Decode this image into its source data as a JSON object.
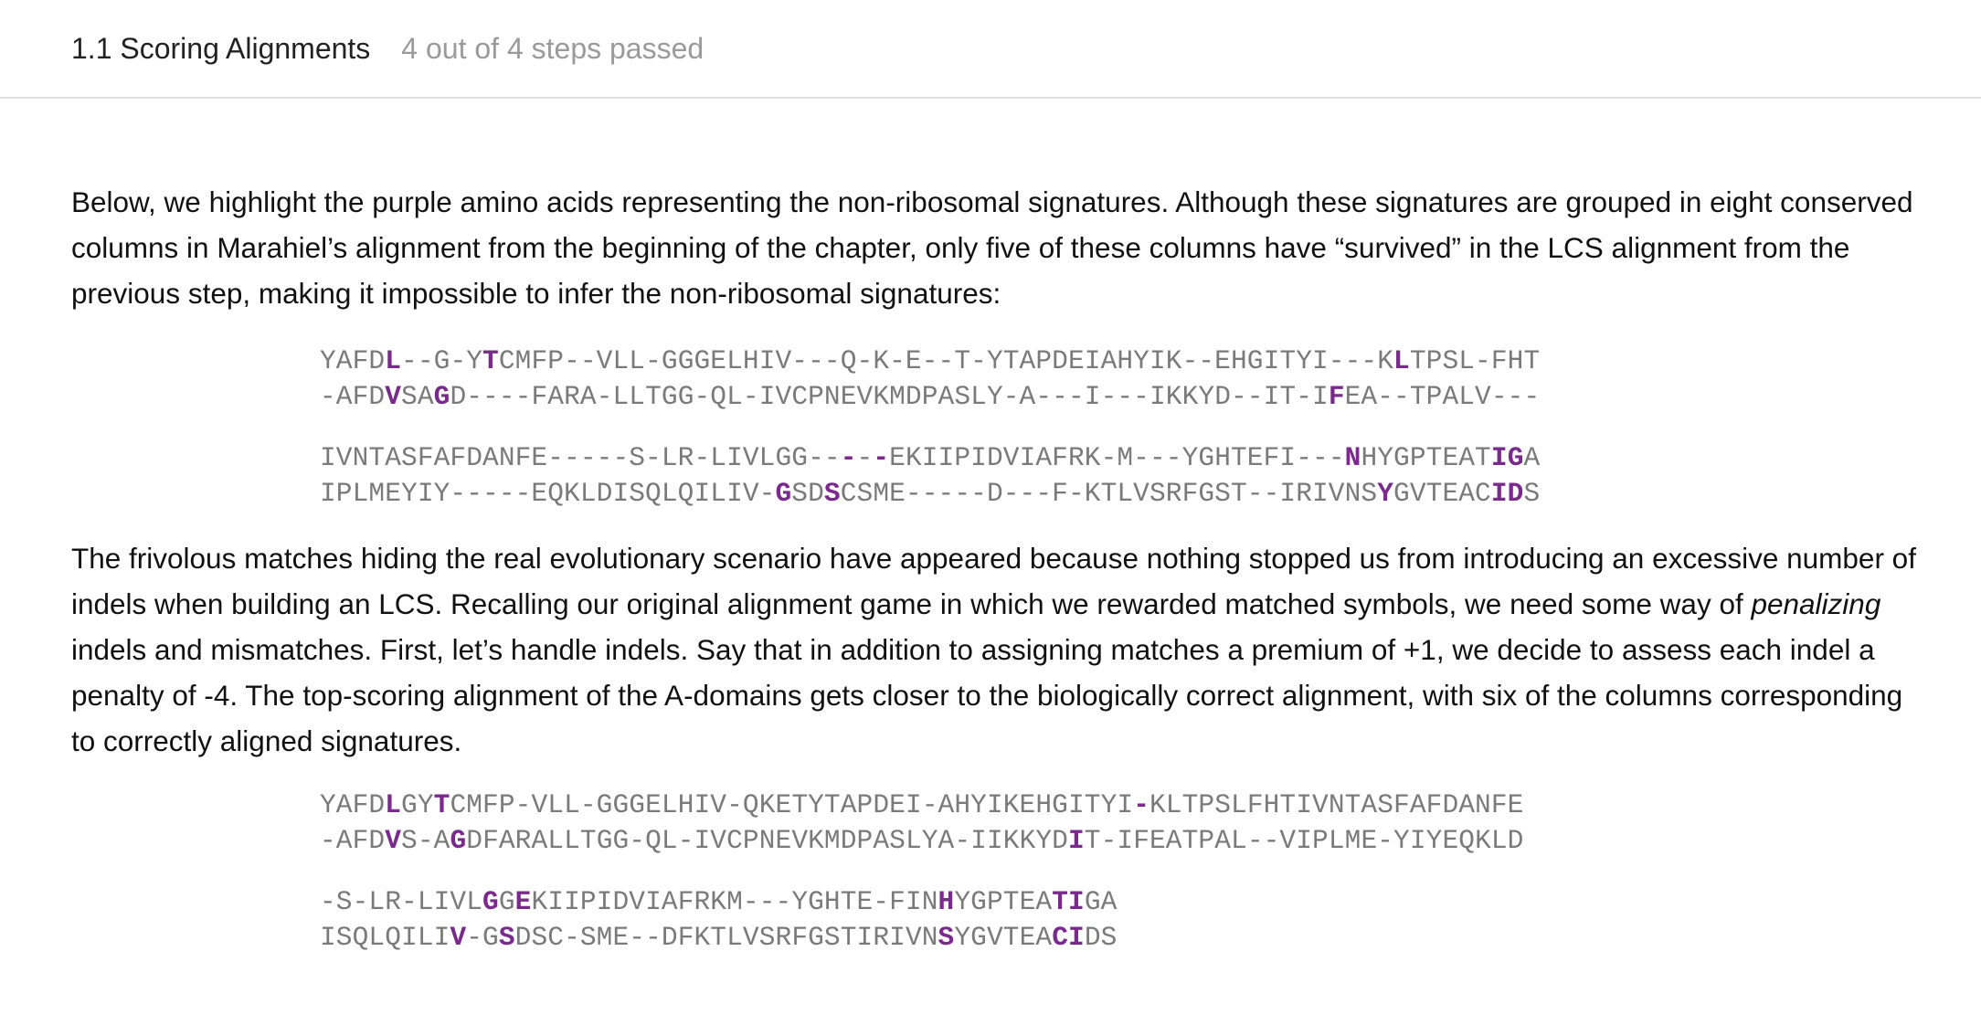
{
  "header": {
    "title": "1.1 Scoring Alignments",
    "progress": "4 out of 4 steps passed"
  },
  "paragraph1": "Below, we highlight the purple amino acids representing the non-ribosomal signatures. Although these signatures are grouped in eight conserved columns in Marahiel’s alignment from the beginning of the chapter, only five of these columns have “survived” in the LCS alignment from the previous step, making it impossible to infer the non-ribosomal signatures:",
  "paragraph2": {
    "before": "The frivolous matches hiding the real evolutionary scenario have appeared because nothing stopped us from introducing an excessive number of indels when building an LCS. Recalling our original alignment game in which we rewarded matched symbols, we need some way of ",
    "emphasis": "penalizing",
    "after": " indels and mismatches. First, let’s handle indels. Say that in addition to assigning matches a premium of +1, we decide to assess each indel a penalty of -4. The top-scoring alignment of the A-domains gets closer to the biologically correct alignment, with six of the columns corresponding to correctly aligned signatures."
  },
  "alignment_lcs": [
    [
      "YAFDL--G-YTCMFP--VLL-GGGELHIV---Q-K-E--T-YTAPDEIAHYIK--EHGITYI---KLTPSL-FHT",
      "-AFDVSAGD----FARA-LLTGG-QL-IVCPNEVKMDPASLY-A---I---IKKYD--IT-IFEA--TPALV---"
    ],
    [
      "IVNTASFAFDANFE-----S-LR-LIVLGG-----EKIIPIDVIAFRK-M---YGHTEFI---NHYGPTEATIGA",
      "IPLMEYIY-----EQKLDISQLQILIV-GSDSCSME-----D---F-KTLVSRFGST--IRIVNSYGVTEACIDS"
    ]
  ],
  "alignment_scored": [
    [
      "YAFDLGYTCMFP-VLL-GGGELHIV-QKETYTAPDEI-AHYIKEHGITYI-KLTPSLFHTIVNTASFAFDANFE",
      "-AFDVS-AGDFARALLTGG-QL-IVCPNEVKMDPASLYA-IIKKYDIT-IFEATPAL--VIPLME-YIYEQKLD"
    ],
    [
      "-S-LR-LIVLGGEKIIPIDVIAFRKM---YGHTE-FINHYGPTEATIGA",
      "ISQLQILIV-GSDSC-SME--DFKTLVSRFGSTIRIVNSYGVTEACIDS"
    ]
  ],
  "highlight_color": "#7a2a8c",
  "sequence_color": "#7a7a7a"
}
